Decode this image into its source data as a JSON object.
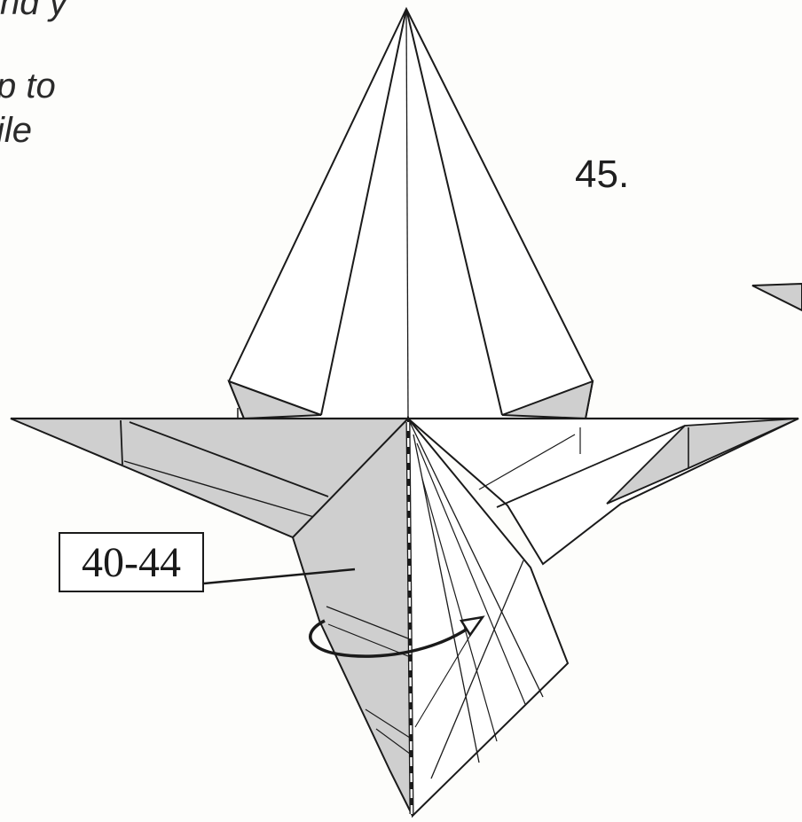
{
  "figure": {
    "step_number": "45.",
    "reference_label": "40-44",
    "caption_fragments": [
      "nd y",
      "p to",
      "ile"
    ]
  },
  "colors": {
    "line": "#1a1a1a",
    "paper_white": "#ffffff",
    "paper_shaded": "#cfcfcf",
    "background": "#fdfdfb"
  },
  "icons": {
    "turn_over_arrow": "curved-rotation-arrow",
    "fold_line": "valley-fold-dashed-line"
  }
}
